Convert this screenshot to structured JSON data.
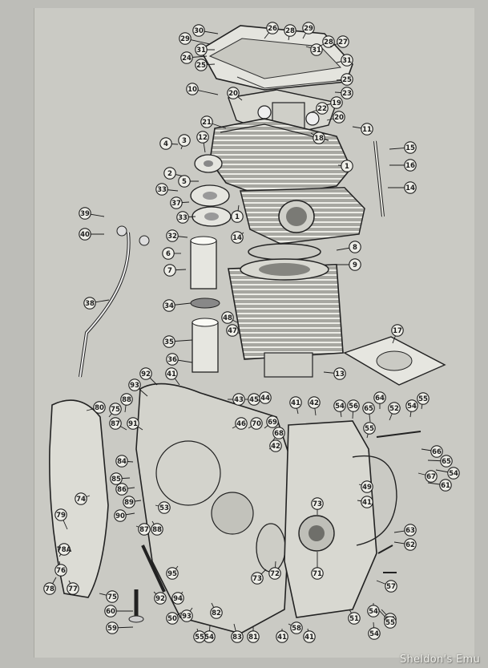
{
  "watermark": "Sheldon's Emu",
  "parts": [
    {
      "label": "30"
    },
    {
      "label": "26"
    },
    {
      "label": "28"
    },
    {
      "label": "29"
    },
    {
      "label": "29"
    },
    {
      "label": "31"
    },
    {
      "label": "31"
    },
    {
      "label": "28"
    },
    {
      "label": "27"
    },
    {
      "label": "24"
    },
    {
      "label": "31"
    },
    {
      "label": "25"
    },
    {
      "label": "25"
    },
    {
      "label": "23"
    },
    {
      "label": "10"
    },
    {
      "label": "20"
    },
    {
      "label": "19"
    },
    {
      "label": "22"
    },
    {
      "label": "21"
    },
    {
      "label": "20"
    },
    {
      "label": "18"
    },
    {
      "label": "11"
    },
    {
      "label": "4"
    },
    {
      "label": "3"
    },
    {
      "label": "12"
    },
    {
      "label": "15"
    },
    {
      "label": "16"
    },
    {
      "label": "1"
    },
    {
      "label": "2"
    },
    {
      "label": "5"
    },
    {
      "label": "14"
    },
    {
      "label": "33"
    },
    {
      "label": "37"
    },
    {
      "label": "33"
    },
    {
      "label": "1"
    },
    {
      "label": "39"
    },
    {
      "label": "40"
    },
    {
      "label": "14"
    },
    {
      "label": "8"
    },
    {
      "label": "32"
    },
    {
      "label": "6"
    },
    {
      "label": "7"
    },
    {
      "label": "9"
    },
    {
      "label": "38"
    },
    {
      "label": "34"
    },
    {
      "label": "48"
    },
    {
      "label": "47"
    },
    {
      "label": "35"
    },
    {
      "label": "17"
    },
    {
      "label": "36"
    },
    {
      "label": "13"
    },
    {
      "label": "92"
    },
    {
      "label": "41"
    },
    {
      "label": "93"
    },
    {
      "label": "43"
    },
    {
      "label": "45"
    },
    {
      "label": "44"
    },
    {
      "label": "41"
    },
    {
      "label": "42"
    },
    {
      "label": "54"
    },
    {
      "label": "56"
    },
    {
      "label": "65"
    },
    {
      "label": "64"
    },
    {
      "label": "52"
    },
    {
      "label": "54"
    },
    {
      "label": "55"
    },
    {
      "label": "80"
    },
    {
      "label": "75"
    },
    {
      "label": "88"
    },
    {
      "label": "87"
    },
    {
      "label": "91"
    },
    {
      "label": "46"
    },
    {
      "label": "70"
    },
    {
      "label": "69"
    },
    {
      "label": "68"
    },
    {
      "label": "55"
    },
    {
      "label": "42"
    },
    {
      "label": "66"
    },
    {
      "label": "65"
    },
    {
      "label": "54"
    },
    {
      "label": "67"
    },
    {
      "label": "61"
    },
    {
      "label": "84"
    },
    {
      "label": "85"
    },
    {
      "label": "86"
    },
    {
      "label": "89"
    },
    {
      "label": "53"
    },
    {
      "label": "49"
    },
    {
      "label": "41"
    },
    {
      "label": "74"
    },
    {
      "label": "90"
    },
    {
      "label": "87"
    },
    {
      "label": "88"
    },
    {
      "label": "73"
    },
    {
      "label": "79"
    },
    {
      "label": "63"
    },
    {
      "label": "62"
    },
    {
      "label": "78A"
    },
    {
      "label": "76"
    },
    {
      "label": "77"
    },
    {
      "label": "78"
    },
    {
      "label": "95"
    },
    {
      "label": "73"
    },
    {
      "label": "72"
    },
    {
      "label": "71"
    },
    {
      "label": "75"
    },
    {
      "label": "92"
    },
    {
      "label": "94"
    },
    {
      "label": "57"
    },
    {
      "label": "60"
    },
    {
      "label": "50"
    },
    {
      "label": "93"
    },
    {
      "label": "82"
    },
    {
      "label": "54"
    },
    {
      "label": "59"
    },
    {
      "label": "55"
    },
    {
      "label": "54"
    },
    {
      "label": "55"
    },
    {
      "label": "83"
    },
    {
      "label": "81"
    },
    {
      "label": "58"
    },
    {
      "label": "41"
    },
    {
      "label": "41"
    },
    {
      "label": "51"
    },
    {
      "label": "54"
    },
    {
      "label": "55"
    }
  ]
}
